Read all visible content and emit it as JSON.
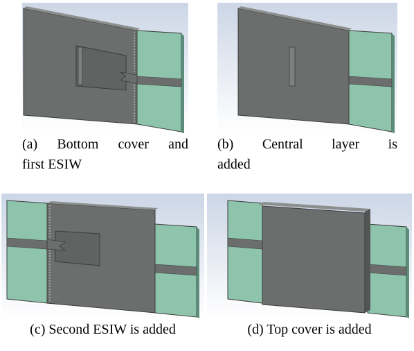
{
  "figure": {
    "subfigures": [
      {
        "id": "a",
        "caption_line1": [
          "(a)",
          "Bottom",
          "cover",
          "and"
        ],
        "caption_line2": "first ESIW"
      },
      {
        "id": "b",
        "caption_line1": [
          "(b)",
          "Central",
          "layer",
          "is"
        ],
        "caption_line2": "added"
      },
      {
        "id": "c",
        "caption": "(c) Second ESIW is added"
      },
      {
        "id": "d",
        "caption": "(d) Top cover is added"
      }
    ]
  },
  "colors": {
    "background_gradient": [
      "#ccd6e6",
      "#ffffff"
    ],
    "metal": "#6b6e6c",
    "metal_edge": "#3a3c3b",
    "substrate": "#8fc4ac",
    "strip": "#6b6e6c"
  }
}
